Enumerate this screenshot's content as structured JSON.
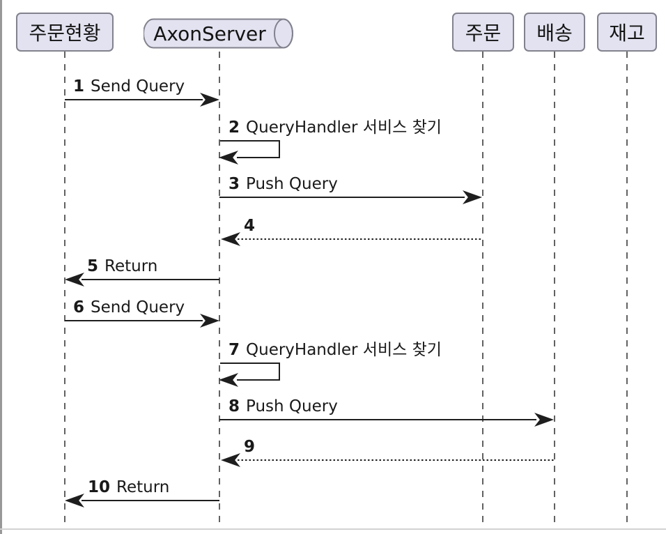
{
  "diagram": {
    "type": "sequence-diagram",
    "participants": [
      {
        "id": "order-status",
        "label": "주문현황",
        "shape": "box"
      },
      {
        "id": "axon-server",
        "label": "AxonServer",
        "shape": "queue"
      },
      {
        "id": "order",
        "label": "주문",
        "shape": "box"
      },
      {
        "id": "delivery",
        "label": "배송",
        "shape": "box"
      },
      {
        "id": "inventory",
        "label": "재고",
        "shape": "box"
      }
    ],
    "messages": [
      {
        "num": "1",
        "text": "Send Query",
        "from": "order-status",
        "to": "axon-server",
        "line": "solid"
      },
      {
        "num": "2",
        "text": "QueryHandler 서비스 찾기",
        "from": "axon-server",
        "to": "axon-server",
        "line": "self"
      },
      {
        "num": "3",
        "text": "Push Query",
        "from": "axon-server",
        "to": "order",
        "line": "solid"
      },
      {
        "num": "4",
        "text": "",
        "from": "order",
        "to": "axon-server",
        "line": "dotted"
      },
      {
        "num": "5",
        "text": "Return",
        "from": "axon-server",
        "to": "order-status",
        "line": "solid"
      },
      {
        "num": "6",
        "text": "Send Query",
        "from": "order-status",
        "to": "axon-server",
        "line": "solid"
      },
      {
        "num": "7",
        "text": "QueryHandler 서비스 찾기",
        "from": "axon-server",
        "to": "axon-server",
        "line": "self"
      },
      {
        "num": "8",
        "text": "Push Query",
        "from": "axon-server",
        "to": "delivery",
        "line": "solid"
      },
      {
        "num": "9",
        "text": "",
        "from": "delivery",
        "to": "axon-server",
        "line": "dotted"
      },
      {
        "num": "10",
        "text": "Return",
        "from": "axon-server",
        "to": "order-status",
        "line": "solid"
      }
    ],
    "colors": {
      "participant_fill": "#e2e2f0",
      "participant_border": "#82828e",
      "arrow": "#1e1e1e",
      "lifeline": "#616161",
      "background": "#ffffff"
    }
  }
}
